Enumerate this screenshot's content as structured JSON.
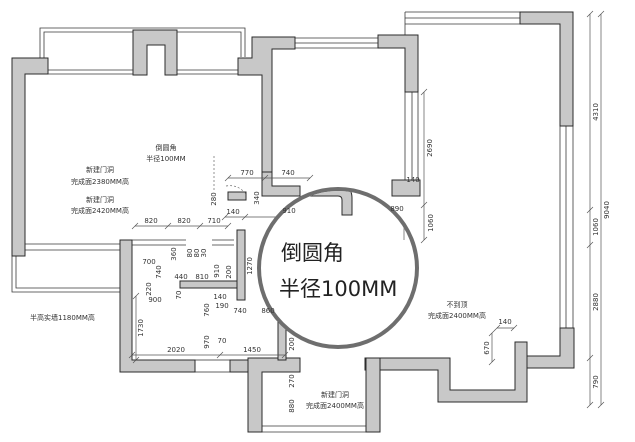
{
  "labels": {
    "fillet_note": {
      "line1": "倒圆角",
      "line2": "半径100MM"
    },
    "door_note_1": {
      "line1": "新建门洞",
      "line2": "完成面2380MM高"
    },
    "door_note_2": {
      "line1": "新建门洞",
      "line2": "完成面2420MM高"
    },
    "half_wall_note": "半高实墙1180MM高",
    "partial_height_note": {
      "line1": "不到顶",
      "line2": "完成面2400MM高"
    },
    "door_note_3": {
      "line1": "新建门洞",
      "line2": "完成面2400MM高"
    }
  },
  "callout": {
    "line1": "倒圆角",
    "line2": "半径100MM"
  },
  "dimensions": [
    "770",
    "740",
    "280",
    "340",
    "140",
    "910",
    "820",
    "820",
    "710",
    "140",
    "890",
    "2690",
    "1060",
    "4310",
    "9040",
    "1060",
    "2880",
    "790",
    "360",
    "80",
    "80",
    "30",
    "700",
    "740",
    "440",
    "810",
    "910",
    "200",
    "1270",
    "220",
    "70",
    "900",
    "140",
    "190",
    "760",
    "740",
    "860",
    "1730",
    "970",
    "70",
    "2020",
    "1450",
    "200",
    "270",
    "880",
    "670",
    "140"
  ],
  "colors": {
    "wall": "#c8c8c8",
    "line": "#2b2b2b",
    "callout_ring": "#6e6e6e"
  }
}
